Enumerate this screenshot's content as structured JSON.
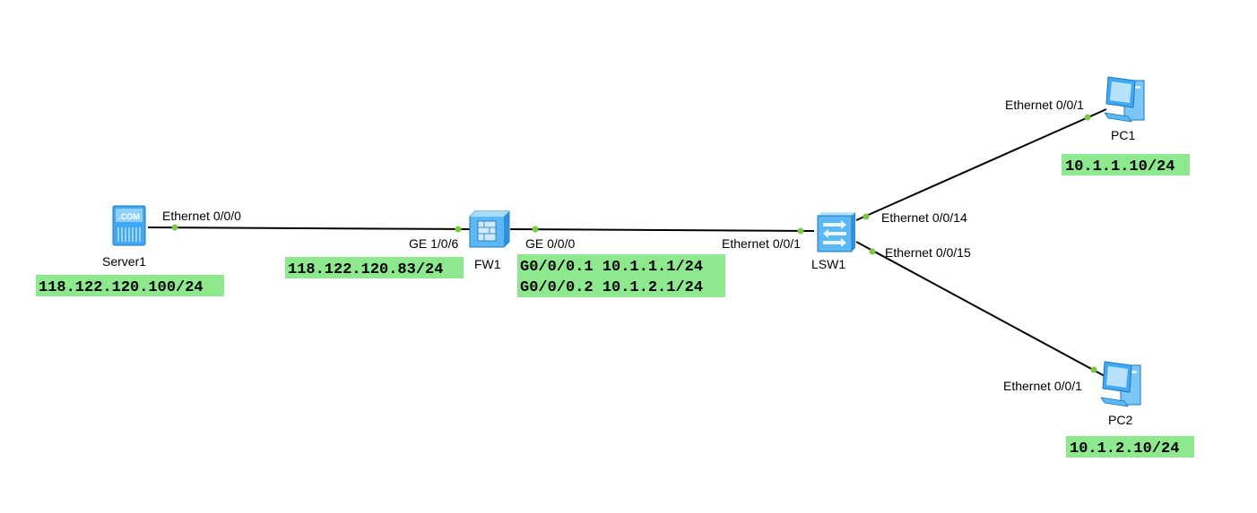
{
  "colors": {
    "link": "#000000",
    "port_dot": "#7ac943",
    "address_bg": "#8ee88e",
    "device_blue": "#3fa9f5"
  },
  "devices": {
    "server1": {
      "label": "Server1",
      "icon": "server-icon",
      "badge": ".COM"
    },
    "fw1": {
      "label": "FW1",
      "icon": "firewall-icon"
    },
    "lsw1": {
      "label": "LSW1",
      "icon": "switch-icon"
    },
    "pc1": {
      "label": "PC1",
      "icon": "pc-icon"
    },
    "pc2": {
      "label": "PC2",
      "icon": "pc-icon"
    }
  },
  "ports": {
    "server1_e000": "Ethernet 0/0/0",
    "fw1_ge106": "GE 1/0/6",
    "fw1_ge000": "GE 0/0/0",
    "lsw1_e001": "Ethernet 0/0/1",
    "lsw1_e0014": "Ethernet 0/0/14",
    "lsw1_e0015": "Ethernet 0/0/15",
    "pc1_e001": "Ethernet 0/0/1",
    "pc2_e001": "Ethernet 0/0/1"
  },
  "addresses": {
    "server1": "118.122.120.100/24",
    "fw1_outside": "118.122.120.83/24",
    "fw1_sub1": "G0/0/0.1 10.1.1.1/24",
    "fw1_sub2": "G0/0/0.2 10.1.2.1/24",
    "pc1": "10.1.1.10/24",
    "pc2": "10.1.2.10/24"
  }
}
